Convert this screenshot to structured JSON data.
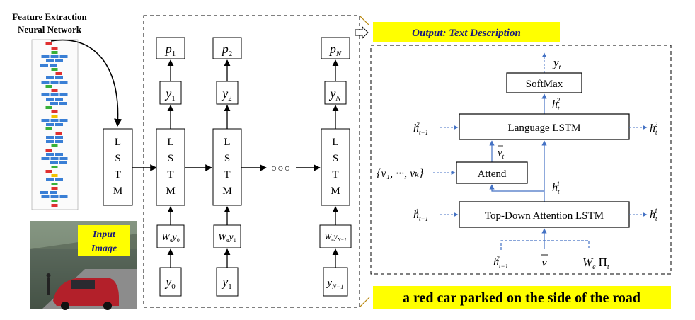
{
  "left_panel": {
    "feature_title_line1": "Feature Extraction",
    "feature_title_line2": "Neural Network",
    "input_image_line1": "Input",
    "input_image_line2": "Image",
    "encoder_lstm_letters": [
      "L",
      "S",
      "T",
      "M"
    ]
  },
  "decoder": {
    "cells": [
      {
        "p_base": "p",
        "p_sub": "1",
        "y_base": "y",
        "y_sub": "1",
        "embed_base": "W",
        "embed_sub": "e",
        "embed_base2": "y",
        "embed_sub2": "0",
        "input_base": "y",
        "input_sub": "0"
      },
      {
        "p_base": "p",
        "p_sub": "2",
        "y_base": "y",
        "y_sub": "2",
        "embed_base": "W",
        "embed_sub": "e",
        "embed_base2": "y",
        "embed_sub2": "1",
        "input_base": "y",
        "input_sub": "1"
      },
      {
        "p_base": "p",
        "p_sub": "N",
        "y_base": "y",
        "y_sub": "N",
        "embed_base": "W",
        "embed_sub": "e",
        "embed_base2": "y",
        "embed_sub2": "N−1",
        "input_base": "y",
        "input_sub": "N−1"
      }
    ],
    "lstm_letters": [
      "L",
      "S",
      "T",
      "M"
    ],
    "ellipsis": "○○○"
  },
  "output_banner": "Output: Text Description",
  "caption": "a red car parked on the side of the road",
  "attention_module": {
    "yt_base": "y",
    "yt_sub": "t",
    "softmax_label": "SoftMax",
    "h2t_base": "h",
    "h2t_sub": "t",
    "h2t_sup": "2",
    "language_lstm_label": "Language LSTM",
    "h2tm1_base": "h",
    "h2tm1_sub": "t−1",
    "h2tm1_sup": "2",
    "vhat_base": "v",
    "vhat_sub": "t",
    "attend_label": "Attend",
    "features_set": "{v₁, ···, vₖ}",
    "h1t_base": "h",
    "h1t_sub": "t",
    "h1t_sup": "1",
    "topdown_label": "Top-Down Attention LSTM",
    "h1tm1_base": "h",
    "h1tm1_sub": "t−1",
    "h1tm1_sup": "1",
    "input_h2_base": "h",
    "input_h2_sub": "t−1",
    "input_h2_sup": "2",
    "vbar_label": "v",
    "we_pi_base": "W",
    "we_pi_sub": "e",
    "pi_symbol": "Π",
    "pi_sub": "t"
  },
  "colors": {
    "highlight_yellow": "#ffff00",
    "arrow_blue": "#4472c4",
    "nn_red": "#e03030",
    "nn_blue": "#3a7fd5",
    "nn_green": "#38b038"
  }
}
